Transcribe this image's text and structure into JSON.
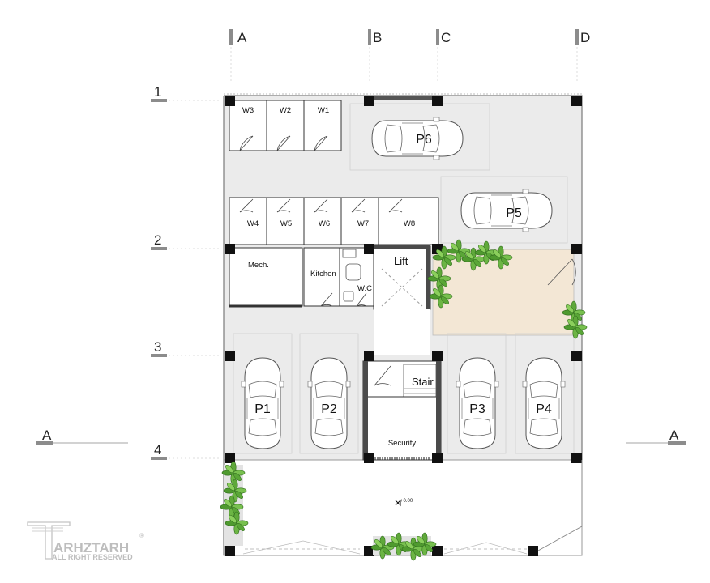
{
  "grid": {
    "columns": [
      "A",
      "B",
      "C",
      "D"
    ],
    "rows": [
      "1",
      "2",
      "3",
      "4"
    ]
  },
  "section_marks": [
    "A",
    "A"
  ],
  "rooms": {
    "wc_top": [
      "W3",
      "W2",
      "W1"
    ],
    "wc_mid": [
      "W4",
      "W5",
      "W6",
      "W7",
      "W8"
    ],
    "mech": "Mech.",
    "kitchen": "Kitchen",
    "wc": "W.C",
    "lift": "Lift",
    "stair": "Stair",
    "security": "Security"
  },
  "parking": [
    "P1",
    "P2",
    "P3",
    "P4",
    "P5",
    "P6"
  ],
  "level_marker": "+0.00",
  "watermark": {
    "brand": "ARHZTARH",
    "rights": "ALL RIGHT RESERVED",
    "reg": "®"
  },
  "colors": {
    "floor": "#ebebeb",
    "wall": "#1a1a1a",
    "courtyard": "#f3e7d5",
    "plant": "#5fa83a",
    "grid_mark": "#8c8c8c"
  }
}
